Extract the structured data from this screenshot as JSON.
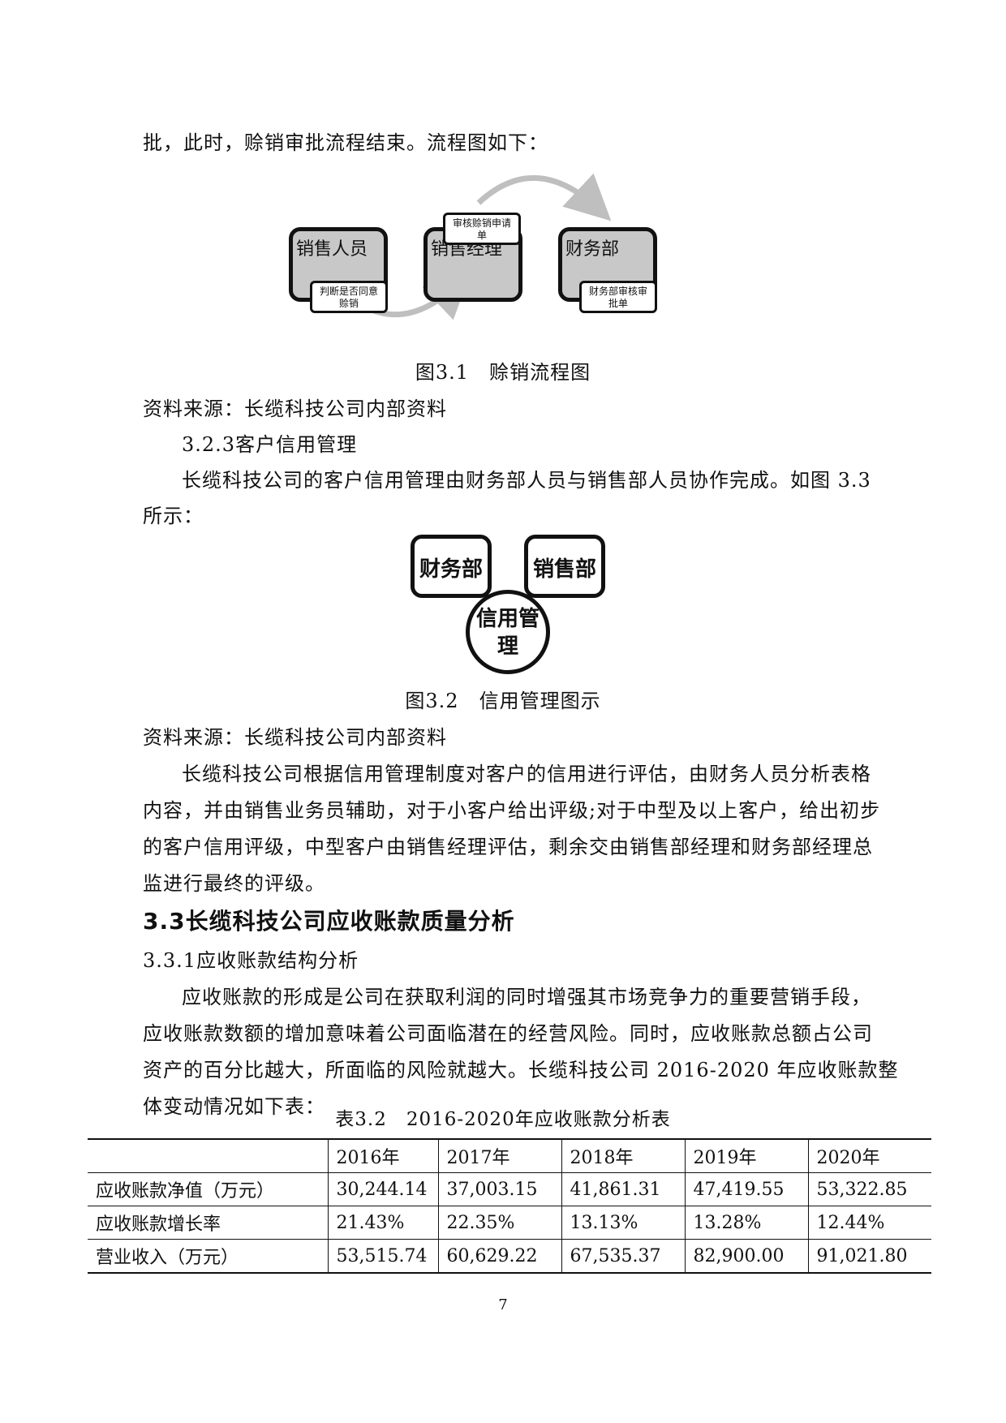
{
  "text": {
    "p0": "批，此时，赊销审批流程结束。流程图如下：",
    "fig1_caption": "图3.1　赊销流程图",
    "source1": "资料来源：长缆科技公司内部资料",
    "h_323": "3.2.3客户信用管理",
    "p_323_line1": "长缆科技公司的客户信用管理由财务部人员与销售部人员协作完成。如图 3.3",
    "p_323_line2": "所示：",
    "fig2_caption": "图3.2　信用管理图示",
    "source2": "资料来源：长缆科技公司内部资料",
    "p2_line1": "长缆科技公司根据信用管理制度对客户的信用进行评估，由财务人员分析表格",
    "p2_line2": "内容，并由销售业务员辅助，对于小客户给出评级;对于中型及以上客户，给出初步",
    "p2_line3": "的客户信用评级，中型客户由销售经理评估，剩余交由销售部经理和财务部经理总",
    "p2_line4": "监进行最终的评级。",
    "h_33": "3.3长缆科技公司应收账款质量分析",
    "h_331": "3.3.1应收账款结构分析",
    "p3_line1": "应收账款的形成是公司在获取利润的同时增强其市场竞争力的重要营销手段，",
    "p3_line2": "应收账款数额的增加意味着公司面临潜在的经营风险。同时，应收账款总额占公司",
    "p3_line3": "资产的百分比越大，所面临的风险就越大。长缆科技公司 2016-2020 年应收账款整",
    "p3_line4": "体变动情况如下表：",
    "table_caption": "表3.2　2016-2020年应收账款分析表",
    "page_number": "7"
  },
  "flowchart": {
    "box1_label": "销售人员",
    "box2_label": "销售经理",
    "box3_label": "财务部",
    "tag1_line1": "判断是否同意",
    "tag1_line2": "赊销",
    "tag2_line1": "审核赊销申请",
    "tag2_line2": "单",
    "tag3_line1": "财务部审核审",
    "tag3_line2": "批单",
    "arrow_color": "#bfbfbf"
  },
  "credit_diagram": {
    "left_box": "财务部",
    "right_box": "销售部",
    "circle_line1": "信用管",
    "circle_line2": "理"
  },
  "table": {
    "header": [
      "",
      "2016年",
      "2017年",
      "2018年",
      "2019年",
      "2020年"
    ],
    "rows": [
      [
        "应收账款净值（万元）",
        "30,244.14",
        "37,003.15",
        "41,861.31",
        "47,419.55",
        "53,322.85"
      ],
      [
        "应收账款增长率",
        "21.43%",
        "22.35%",
        "13.13%",
        "13.28%",
        "12.44%"
      ],
      [
        "营业收入（万元）",
        "53,515.74",
        "60,629.22",
        "67,535.37",
        "82,900.00",
        "91,021.80"
      ]
    ]
  }
}
